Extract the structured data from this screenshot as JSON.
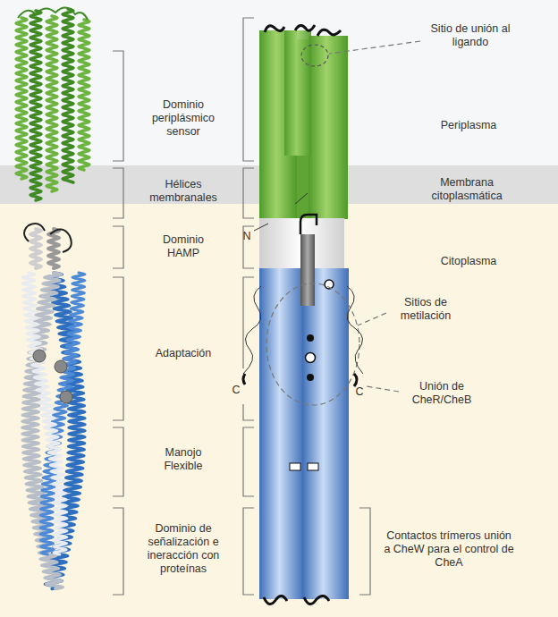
{
  "diagram": {
    "labels": [
      "Dominio periplásmico sensor",
      "Hélices membranales",
      "Dominio HAMP",
      "Adaptación",
      "Manojo Flexible",
      "Dominio de señalización e ineracción con proteínas",
      "Sitio de unión al ligando",
      "Periplasma",
      "Membrana citoplasmática",
      "N",
      "Citoplasma",
      "Sitios de metilación",
      "Unión de CheR/CheB",
      "C",
      "C",
      "Contactos trímeros unión a CheW para el control de CheA"
    ]
  }
}
